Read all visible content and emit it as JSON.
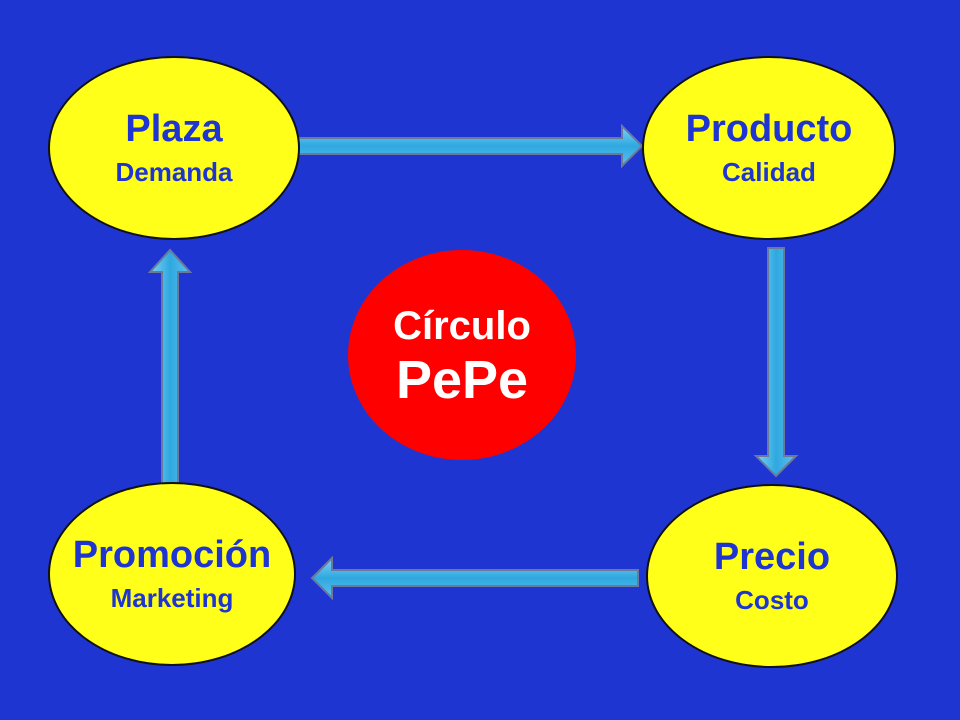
{
  "diagram": {
    "nodes": {
      "plaza": {
        "title": "Plaza",
        "subtitle": "Demanda"
      },
      "producto": {
        "title": "Producto",
        "subtitle": "Calidad"
      },
      "precio": {
        "title": "Precio",
        "subtitle": "Costo"
      },
      "promocion": {
        "title": "Promoción",
        "subtitle": "Marketing"
      }
    },
    "center": {
      "line1": "Círculo",
      "line2": "PePe"
    },
    "flow": [
      "plaza",
      "producto",
      "precio",
      "promocion",
      "plaza"
    ],
    "colors": {
      "background": "#1f35d2",
      "node_fill": "#ffff1a",
      "node_text": "#1f35d2",
      "center_fill": "#ff0000",
      "center_text": "#ffffff",
      "arrow_fill": "#38b5e8"
    }
  }
}
